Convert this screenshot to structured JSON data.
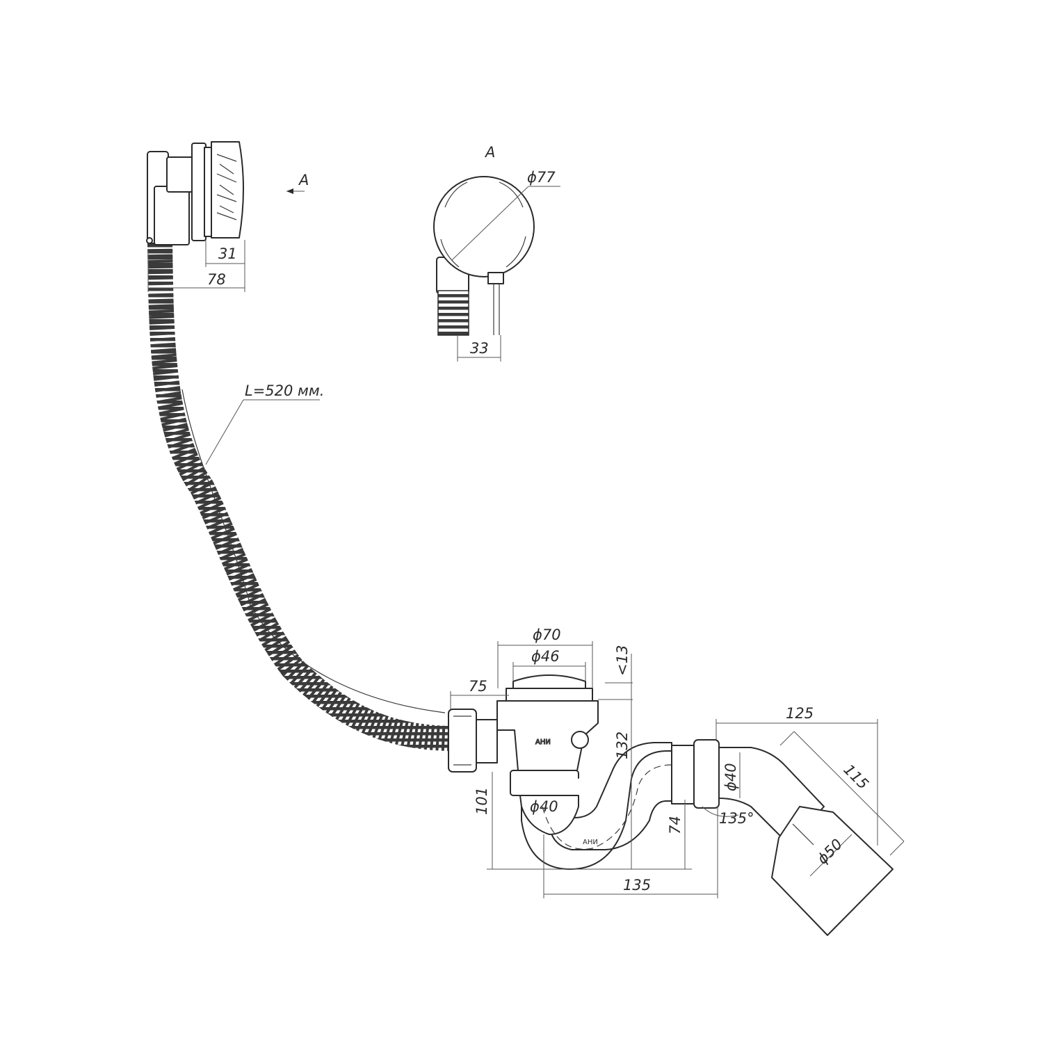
{
  "labels": {
    "view_marker": "A",
    "view_title": "A",
    "dia_77": "ϕ77",
    "dim_33": "33",
    "dim_31": "31",
    "dim_78": "78",
    "hose_length": "L=520 мм.",
    "dia_70": "ϕ70",
    "dia_46": "ϕ46",
    "dim_13": "<13",
    "dim_75": "75",
    "dim_132": "132",
    "dim_101": "101",
    "dia_40_inlet": "ϕ40",
    "dim_74": "74",
    "dim_135": "135",
    "dim_125": "125",
    "dim_115": "115",
    "dia_40_outlet": "ϕ40",
    "angle_135": "135°",
    "dia_50": "ϕ50"
  },
  "colors": {
    "line": "#2a2a2a",
    "background": "#ffffff"
  }
}
